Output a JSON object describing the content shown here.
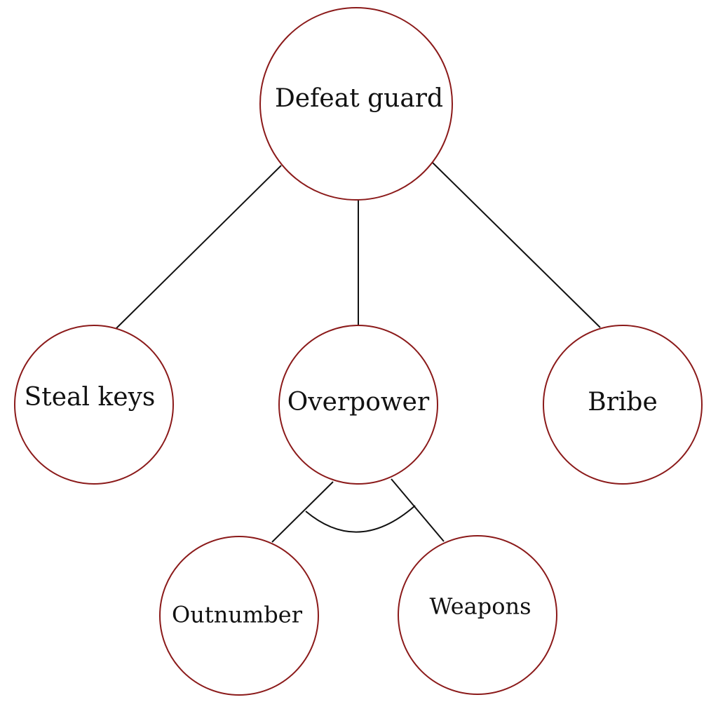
{
  "colors": {
    "node_stroke": "#8b1a1a",
    "edge": "#111111",
    "background": "#ffffff"
  },
  "nodes": {
    "root": {
      "label": "Defeat guard"
    },
    "steal_keys": {
      "label": "Steal keys"
    },
    "overpower": {
      "label": "Overpower"
    },
    "bribe": {
      "label": "Bribe"
    },
    "outnumber": {
      "label": "Outnumber"
    },
    "weapons": {
      "label": "Weapons"
    }
  },
  "edges": [
    {
      "from": "root",
      "to": "steal_keys"
    },
    {
      "from": "root",
      "to": "overpower"
    },
    {
      "from": "root",
      "to": "bribe"
    },
    {
      "from": "overpower",
      "to": "outnumber"
    },
    {
      "from": "overpower",
      "to": "weapons"
    }
  ],
  "and_groups": [
    {
      "parent": "overpower",
      "children": [
        "outnumber",
        "weapons"
      ]
    }
  ]
}
